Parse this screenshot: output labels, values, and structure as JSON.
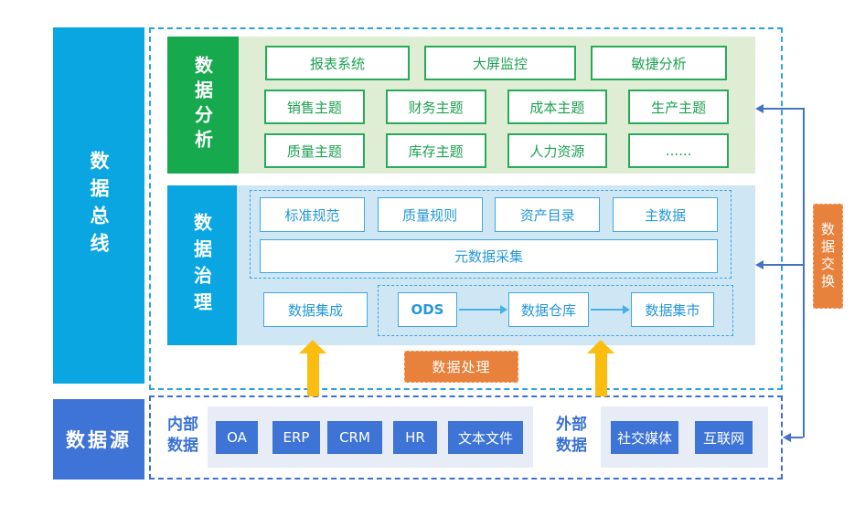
{
  "bus": {
    "label": "数据总线"
  },
  "source": {
    "label": "数据源"
  },
  "analysis": {
    "label": "数据分析",
    "row1": [
      "报表系统",
      "大屏监控",
      "敏捷分析"
    ],
    "row2": [
      "销售主题",
      "财务主题",
      "成本主题",
      "生产主题"
    ],
    "row3": [
      "质量主题",
      "库存主题",
      "人力资源",
      "......"
    ]
  },
  "governance": {
    "label": "数据治理",
    "rules": [
      "标准规范",
      "质量规则",
      "资产目录",
      "主数据"
    ],
    "metadata": "元数据采集",
    "integration": "数据集成",
    "flow": [
      "ODS",
      "数据仓库",
      "数据集市"
    ]
  },
  "processing": {
    "label": "数据处理"
  },
  "exchange": {
    "label": "数据交换"
  },
  "sources": {
    "internal_label": "内部数据",
    "internal_items": [
      "OA",
      "ERP",
      "CRM",
      "HR",
      "文本文件"
    ],
    "external_label": "外部数据",
    "external_items": [
      "社交媒体",
      "互联网"
    ]
  },
  "colors": {
    "cyan": "#0aa6e2",
    "green": "#17a94e",
    "green_border": "#27ab58",
    "light_green": "#e0edd5",
    "light_blue": "#cfe6f5",
    "blue_border": "#3fa9e2",
    "royal_blue": "#3d74d6",
    "orange": "#e8813c",
    "yellow": "#fdbd10",
    "connector_blue": "#4472c4",
    "lavender": "#e8ecf7"
  }
}
